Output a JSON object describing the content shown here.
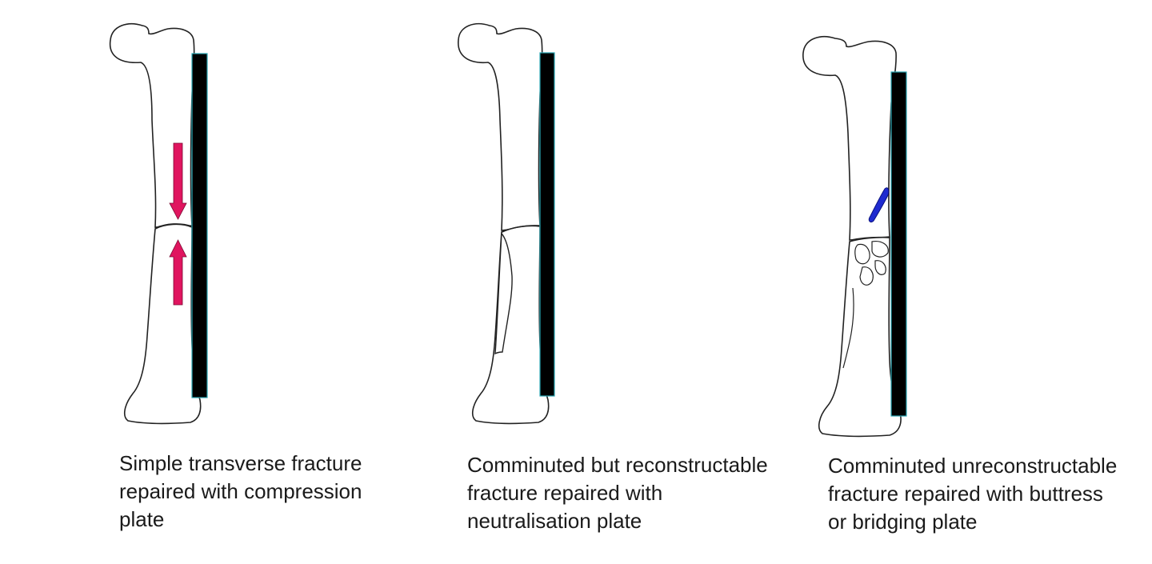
{
  "panels": [
    {
      "id": "simple-transverse",
      "caption_lines": [
        "Simple transverse fracture",
        "repaired with compression",
        "plate"
      ]
    },
    {
      "id": "comminuted-reconstructable",
      "caption_lines": [
        "Comminuted but reconstructable",
        "fracture repaired with",
        "neutralisation plate"
      ]
    },
    {
      "id": "comminuted-unreconstructable",
      "caption_lines": [
        "Comminuted unreconstructable",
        "fracture repaired with buttress",
        "or bridging plate"
      ]
    }
  ],
  "colors": {
    "bone_outline": "#222222",
    "plate": "#000000",
    "plate_edge": "#2aa6b3",
    "compression_arrow": "#e0155f",
    "fragment": "#1f2bd0"
  },
  "icons": [
    "femur-outline",
    "bone-plate",
    "compression-arrow",
    "bone-fragment"
  ]
}
